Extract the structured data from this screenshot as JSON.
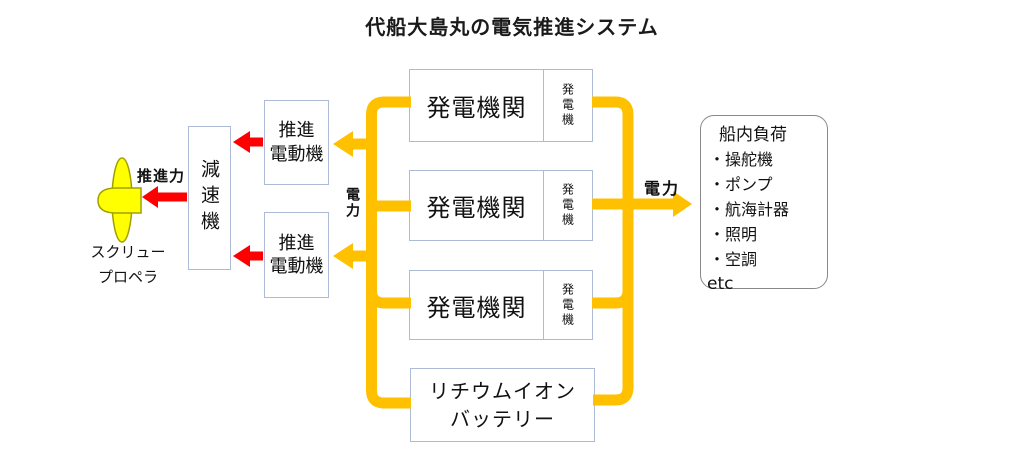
{
  "title": "代船大島丸の電気推進システム",
  "generator": {
    "engine_label": "発電機関",
    "generator_label": "発電機"
  },
  "motor": {
    "line1": "推進",
    "line2": "電動機"
  },
  "gear": {
    "label": "減速機"
  },
  "battery": {
    "line1": "リチウムイオン",
    "line2": "バッテリー"
  },
  "propeller": {
    "line1": "スクリュー",
    "line2": "プロペラ"
  },
  "labels": {
    "thrust": "推進力",
    "power_left": "電力",
    "power_right": "電力"
  },
  "load": {
    "title": "船内負荷",
    "bullet": "・",
    "items": [
      "操舵機",
      "ポンプ",
      "航海計器",
      "照明",
      "空調"
    ],
    "footer": "etc"
  },
  "colors": {
    "bus": "#FFC000",
    "red_arrow": "#FF0000",
    "propeller_fill": "#FFFF00",
    "propeller_stroke": "#A0A000",
    "box_border": "#AEBBD6",
    "load_border": "#898989"
  }
}
